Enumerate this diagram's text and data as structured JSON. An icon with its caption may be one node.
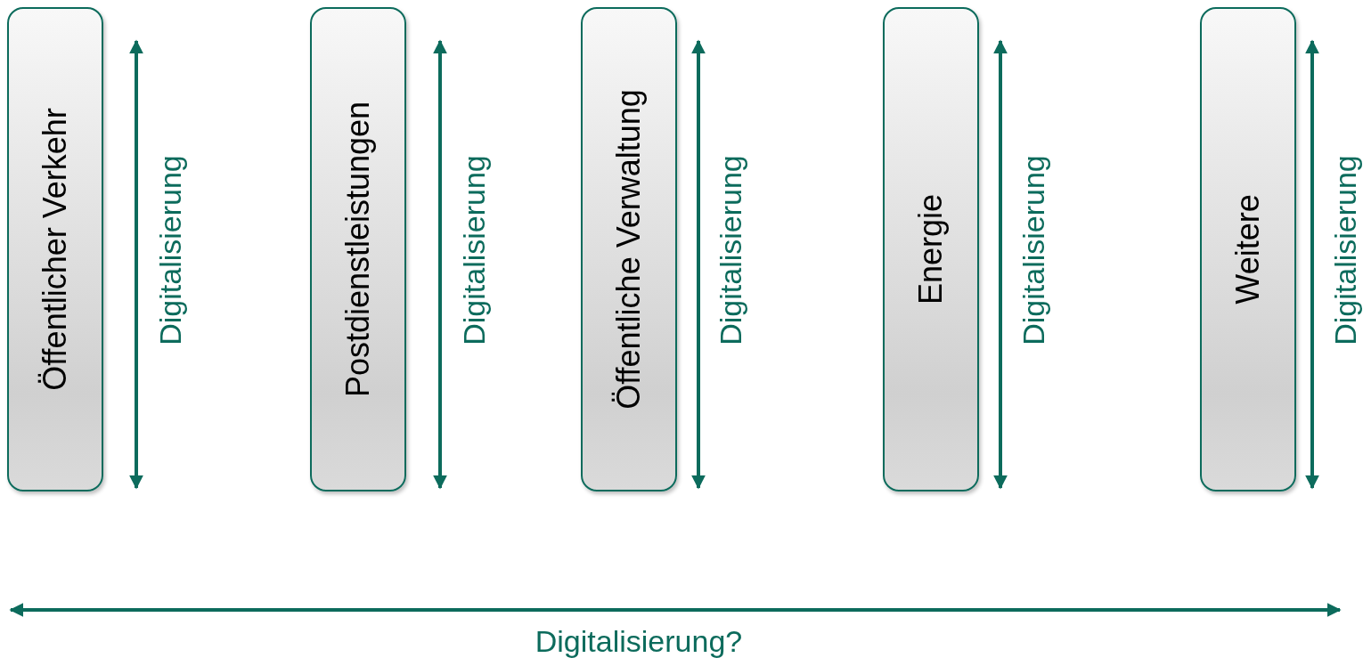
{
  "diagram": {
    "nodes": [
      {
        "text": [
          "Öffentlicher Verkehr"
        ]
      },
      {
        "text": [
          "Postdienstleistungen"
        ]
      },
      {
        "text": [
          "Öffentliche Verwaltung"
        ]
      },
      {
        "text": [
          "Energie"
        ]
      },
      {
        "text": [
          "Weitere"
        ]
      }
    ],
    "labels": [
      "Digitalisierung",
      "Digitalisierung",
      "Digitalisierung",
      "Digitalisierung",
      "Digitalisierung",
      "Digitalisierung?"
    ]
  }
}
